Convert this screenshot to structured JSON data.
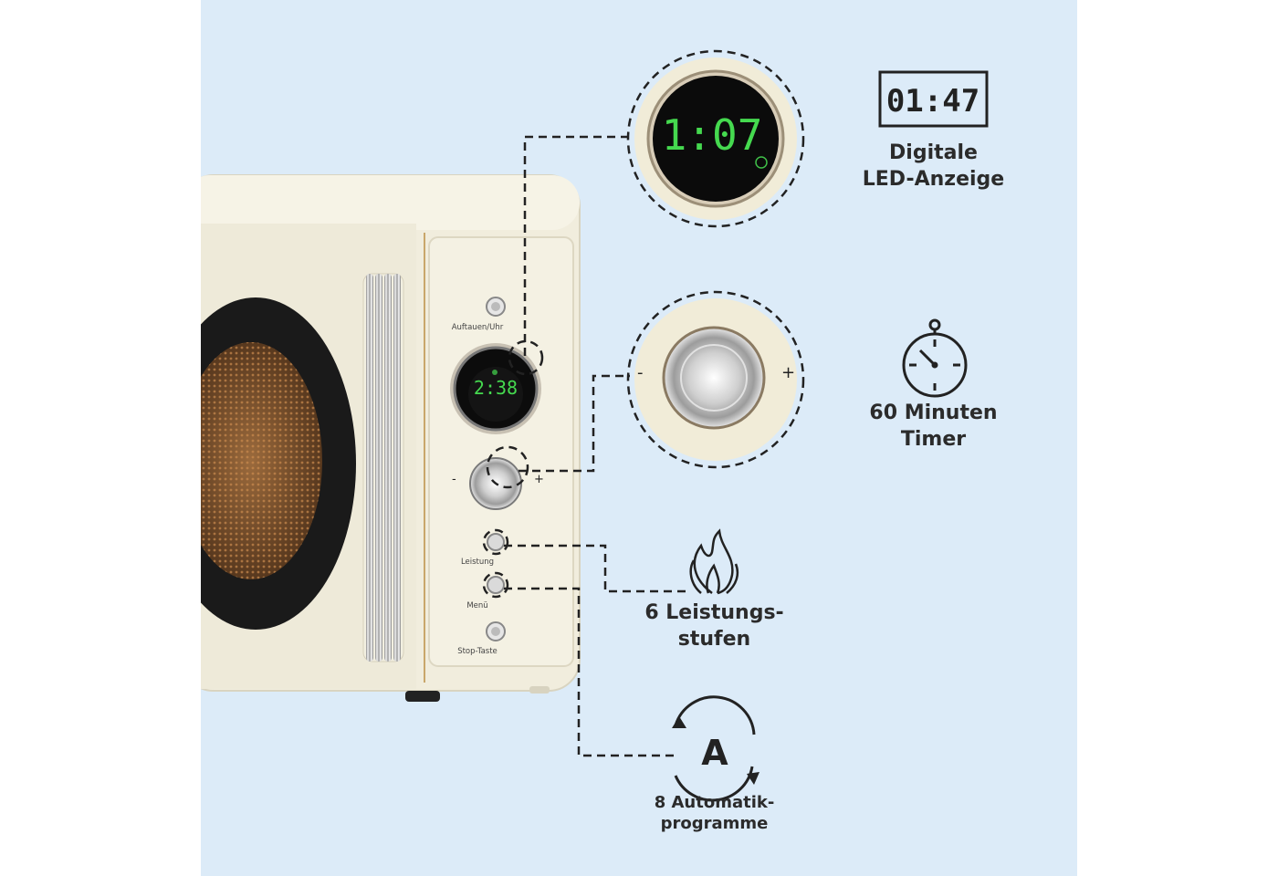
{
  "colors": {
    "background": "#dcebf8",
    "appliance_body": "#f2efe0",
    "display_digits": "#45d94f",
    "line": "#222222"
  },
  "appliance": {
    "display_time": "2:38",
    "buttons": {
      "auftauen_uhr": "Auftauen/Uhr",
      "leistung": "Leistung",
      "menu": "Menü",
      "stop": "Stop-Taste"
    },
    "knob_minus": "-",
    "knob_plus": "+"
  },
  "zoom": {
    "display_time": "1:07",
    "knob_minus": "-",
    "knob_plus": "+"
  },
  "features": {
    "display": {
      "icon_text": "01:47",
      "line1": "Digitale",
      "line2": "LED-Anzeige",
      "icon": "digital-clock-icon"
    },
    "timer": {
      "line1": "60 Minuten",
      "line2": "Timer",
      "icon": "stopwatch-icon"
    },
    "power": {
      "line1": "6 Leistungs-",
      "line2": "stufen",
      "icon": "flame-icon"
    },
    "auto": {
      "icon_text": "A",
      "line1": "8 Automatik-",
      "line2": "programme",
      "icon": "auto-program-icon"
    }
  }
}
